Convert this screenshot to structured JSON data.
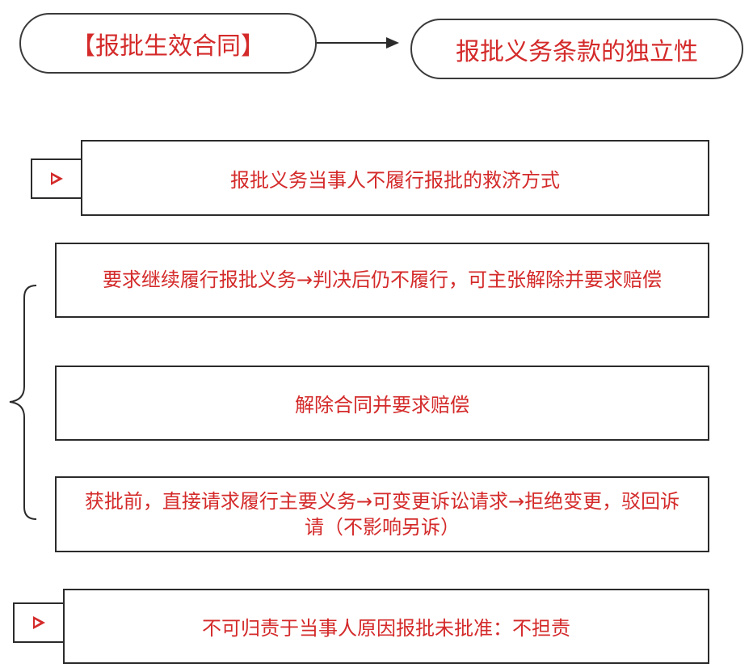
{
  "top": {
    "left_node": "【报批生效合同】",
    "right_node": "报批义务条款的独立性"
  },
  "section1": {
    "header": "报批义务当事人不履行报批的救济方式",
    "items": [
      "要求继续履行报批义务→判决后仍不履行，可主张解除并要求赔偿",
      "解除合同并要求赔偿",
      "获批前，直接请求履行主要义务→可变更诉讼请求→拒绝变更，驳回诉请（不影响另诉）"
    ]
  },
  "section2": {
    "header": "不可归责于当事人原因报批未批准：不担责"
  },
  "colors": {
    "accent": "#d42a2a",
    "border": "#2b2b2b"
  }
}
